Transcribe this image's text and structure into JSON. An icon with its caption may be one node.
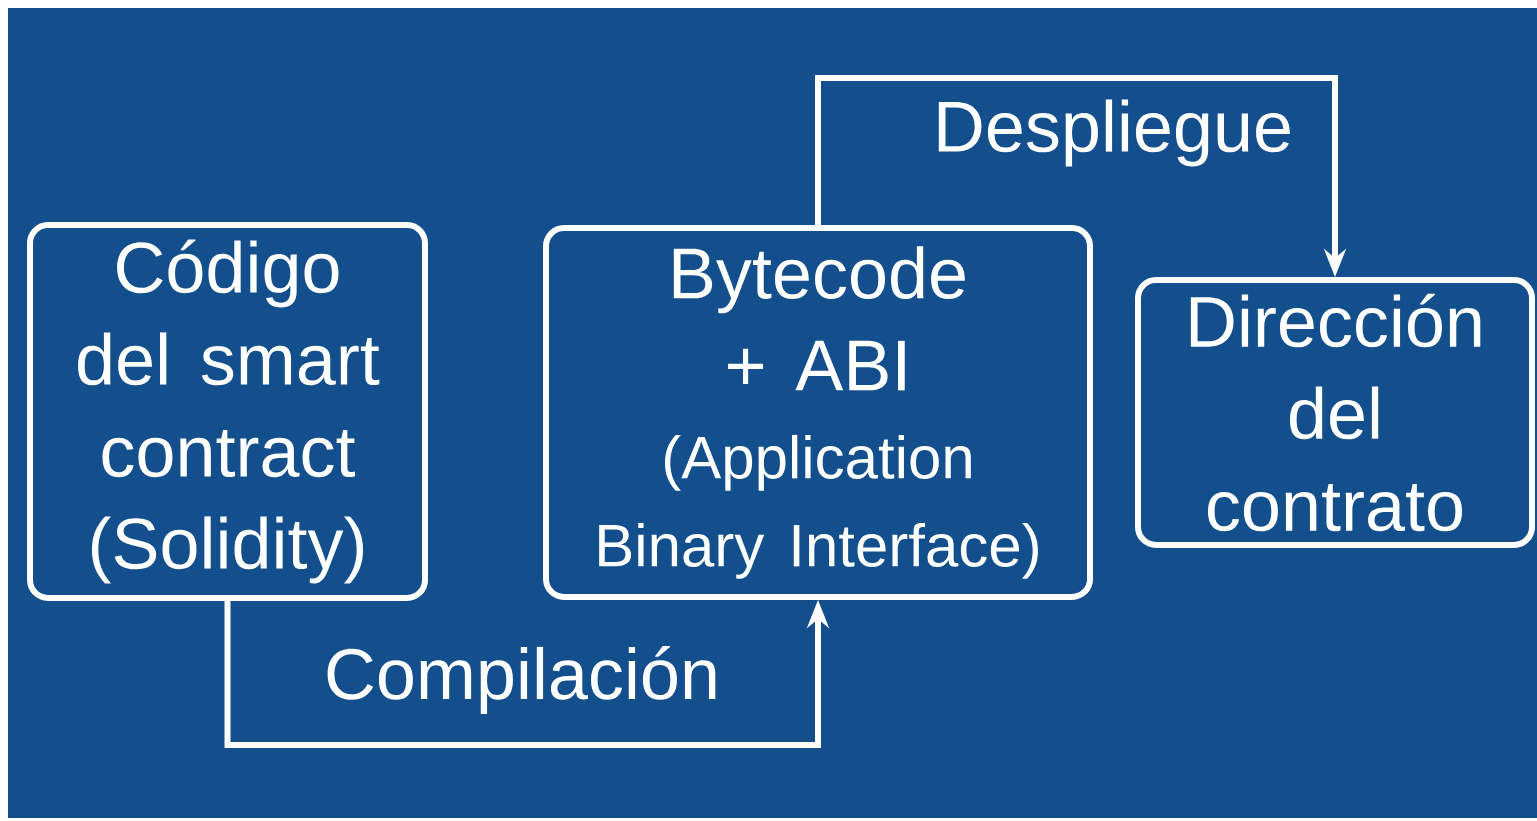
{
  "diagram": {
    "nodes": [
      {
        "text": [
          "Código del smart contract (Solidity)"
        ]
      },
      {
        "text": [
          "Bytecode + ABI",
          "(Application Binary Interface)"
        ]
      },
      {
        "text": [
          "Dirección del contrato"
        ]
      }
    ],
    "edges": [
      {
        "from": 0,
        "to": 1,
        "arrow": "to",
        "label": "Compilación"
      },
      {
        "from": 1,
        "to": 2,
        "arrow": "to",
        "label": "Despliegue"
      }
    ]
  }
}
